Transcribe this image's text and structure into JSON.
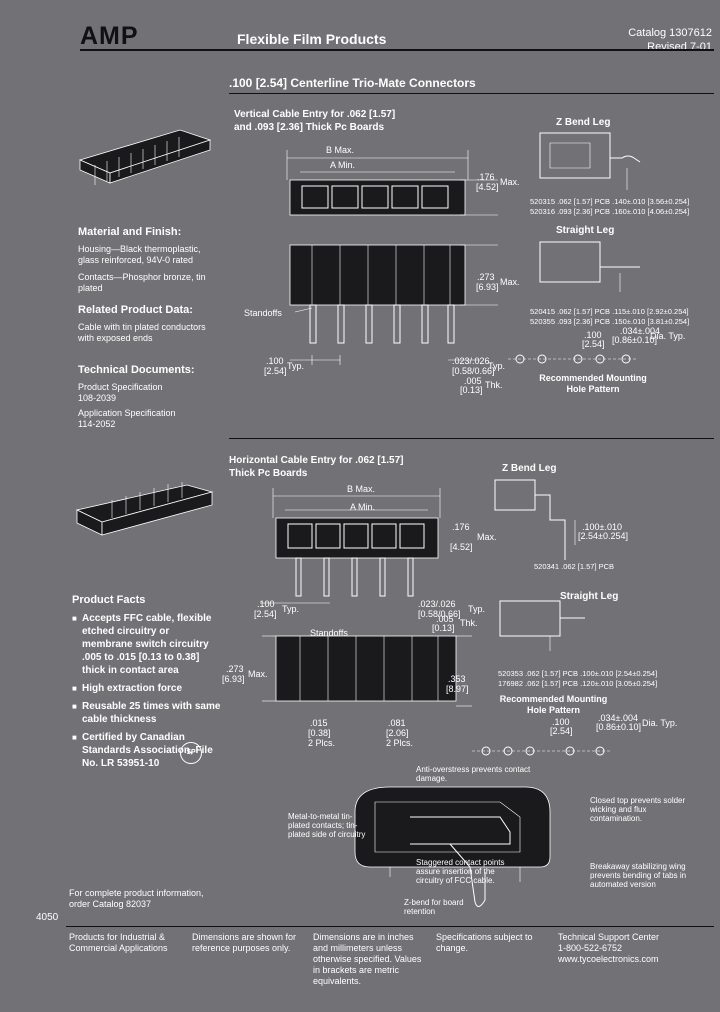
{
  "header": {
    "logo": "AMP",
    "title": "Flexible Film Products",
    "catalog": "Catalog 1307612",
    "revised": "Revised 7-01"
  },
  "section_title": ".100 [2.54] Centerline Trio-Mate Connectors",
  "vertical": {
    "heading_1": "Vertical Cable Entry for .062 [1.57]",
    "heading_2": "and .093 [2.36] Thick Pc Boards",
    "b_max": "B Max.",
    "a_min": "A Min.",
    "dim_176": ".176",
    "dim_176_mm": "[4.52]",
    "max": "Max.",
    "dim_273": ".273",
    "dim_273_mm": "[6.93]",
    "standoffs": "Standoffs",
    "dim_100": ".100",
    "dim_100_mm": "[2.54]",
    "typ": "Typ.",
    "dim_pin": ".023/.026",
    "dim_pin_mm": "[0.58/0.66]",
    "dim_005": ".005",
    "dim_005_mm": "[0.13]",
    "thk": "Thk.",
    "z_bend_leg": "Z Bend Leg",
    "pn_z1": "520315 .062 [1.57] PCB .140±.010 [3.56±0.254]",
    "pn_z2": "520316 .093 [2.36] PCB .160±.010 [4.06±0.254]",
    "straight_leg": "Straight Leg",
    "pn_s1": "520415 .062 [1.57] PCB .115±.010 [2.92±0.254]",
    "pn_s2": "520355 .093 [2.36] PCB .150±.010 [3.81±0.254]",
    "hole_dim_1": ".100",
    "hole_dim_1_mm": "[2.54]",
    "hole_dim_2": ".034±.004",
    "hole_dim_2_mm": "[0.86±0.10]",
    "dia_typ": "Dia. Typ.",
    "mounting_1": "Recommended Mounting",
    "mounting_2": "Hole Pattern"
  },
  "left": {
    "material_heading": "Material and Finish:",
    "housing": "Housing—Black thermoplastic, glass reinforced, 94V-0 rated",
    "contacts": "Contacts—Phosphor bronze, tin plated",
    "related_heading": "Related Product Data:",
    "related_text": "Cable with tin plated conductors with exposed ends",
    "tech_heading": "Technical Documents:",
    "spec_label": "Product Specification",
    "spec_num": "108-2039",
    "app_label": "Application Specification",
    "app_num": "114-2052"
  },
  "horizontal": {
    "heading_1": "Horizontal Cable Entry for .062 [1.57]",
    "heading_2": "Thick Pc Boards",
    "b_max": "B Max.",
    "a_min": "A Min.",
    "dim_176": ".176",
    "dim_176_mm": "[4.52]",
    "max": "Max.",
    "dim_100": ".100",
    "dim_100_mm": "[2.54]",
    "typ": "Typ.",
    "dim_pin": ".023/.026",
    "dim_pin_mm": "[0.58/0.66]",
    "dim_005": ".005",
    "dim_005_mm": "[0.13]",
    "standoffs": "Standoffs",
    "dim_273": ".273",
    "dim_273_mm": "[6.93]",
    "dim_353": ".353",
    "dim_353_mm": "[8.97]",
    "dim_015": ".015",
    "dim_015_mm": "[0.38]",
    "dim_081": ".081",
    "dim_081_mm": "[2.06]",
    "two_plcs": "2 Plcs.",
    "z_bend_leg": "Z Bend Leg",
    "z_dim": ".100±.010",
    "z_dim_mm": "[2.54±0.254]",
    "pn_z": "520341 .062 [1.57] PCB",
    "straight_leg": "Straight Leg",
    "pn_s1": "520353 .062 [1.57] PCB .100±.010 [2.54±0.254]",
    "pn_s2": "176982 .062 [1.57] PCB .120±.010 [3.05±0.254]",
    "mounting_1": "Recommended Mounting",
    "mounting_2": "Hole Pattern",
    "hole_dim_1": ".100",
    "hole_dim_1_mm": "[2.54]",
    "hole_dim_2": ".034±.004",
    "hole_dim_2_mm": "[0.86±0.10]",
    "dia_typ": "Dia. Typ."
  },
  "facts": {
    "heading": "Product Facts",
    "items": [
      "Accepts FFC cable, flexible etched circuitry or membrane switch circuitry .005 to .015 [0.13 to 0.38] thick in contact area",
      "High extraction force",
      "Reusable 25 times with same cable thickness",
      "Certified by Canadian Standards Association, File No. LR 53951-10"
    ]
  },
  "callouts": {
    "anti_overstress": "Anti-overstress prevents contact damage.",
    "closed_top": "Closed top prevents solder wicking and flux contamination.",
    "metal_to_metal": "Metal-to-metal tin-plated contacts; tin-plated side of circuitry",
    "staggered": "Staggered contact points assure insertion of the circuitry of FCC cable.",
    "breakaway": "Breakaway stabilizing wing prevents bending of tabs in automated version",
    "z_bend": "Z-bend for board retention"
  },
  "footer": {
    "complete_info_1": "For complete product information,",
    "complete_info_2": "order Catalog 82037",
    "page_number": "4050",
    "col1": "Products for Industrial & Commercial Applications",
    "col2": "Dimensions are shown for reference purposes only.",
    "col3": "Dimensions are in inches and millimeters unless otherwise specified. Values in brackets are metric equivalents.",
    "col4": "Specifications subject to change.",
    "col5_1": "Technical Support Center",
    "col5_2": "1-800-522-6752",
    "col5_3": "www.tycoelectronics.com"
  }
}
